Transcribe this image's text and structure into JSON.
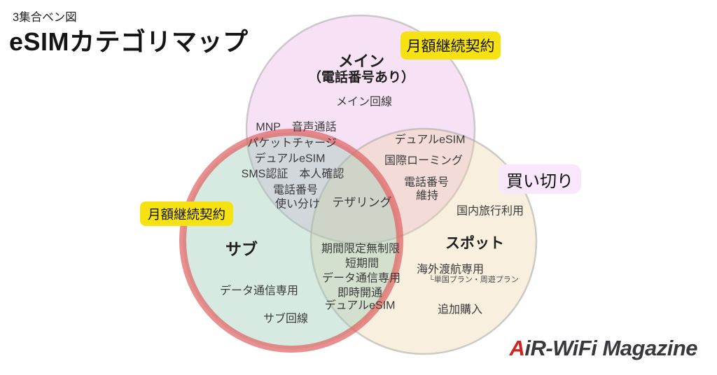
{
  "header": {
    "tag": "3集合ベン図",
    "title": "eSIMカテゴリマップ"
  },
  "venn": {
    "main": {
      "title": "メイン",
      "subtitle": "（電話番号あり）",
      "items": [
        "メイン回線"
      ]
    },
    "sub": {
      "title": "サブ",
      "items": [
        "データ通信専用",
        "サブ回線"
      ]
    },
    "spot": {
      "title": "スポット",
      "items": [
        "国内旅行利用",
        "海外渡航専用",
        "└単国プラン・周遊プラン",
        "追加購入"
      ]
    },
    "main_sub": [
      "MNP　音声通話",
      "パケットチャージ",
      "デュアルeSIM",
      "SMS認証　本人確認",
      "電話番号",
      "使い分け"
    ],
    "main_spot": [
      "デュアルeSIM",
      "国際ローミング",
      "電話番号",
      "維持"
    ],
    "sub_spot": [
      "期間限定無制限",
      "短期間",
      "データ通信専用",
      "即時開通",
      "デュアルeSIM"
    ],
    "center": [
      "テザリング"
    ]
  },
  "badges": {
    "monthly_top": "月額継続契約",
    "monthly_left": "月額継続契約",
    "buyout": "買い切り"
  },
  "logo": {
    "accent": "A",
    "rest": "iR-WiFi Magazine"
  },
  "colors": {
    "main_fill": "#f7e1f5",
    "sub_fill": "#d7eae2",
    "spot_fill": "#f8efde",
    "sub_border": "#e98d8d",
    "circle_border": "#c9c9c9",
    "badge_yellow": "#f7e211",
    "badge_pink": "#f9e7fb",
    "logo_accent": "#d42222",
    "logo_text": "#38383d"
  }
}
